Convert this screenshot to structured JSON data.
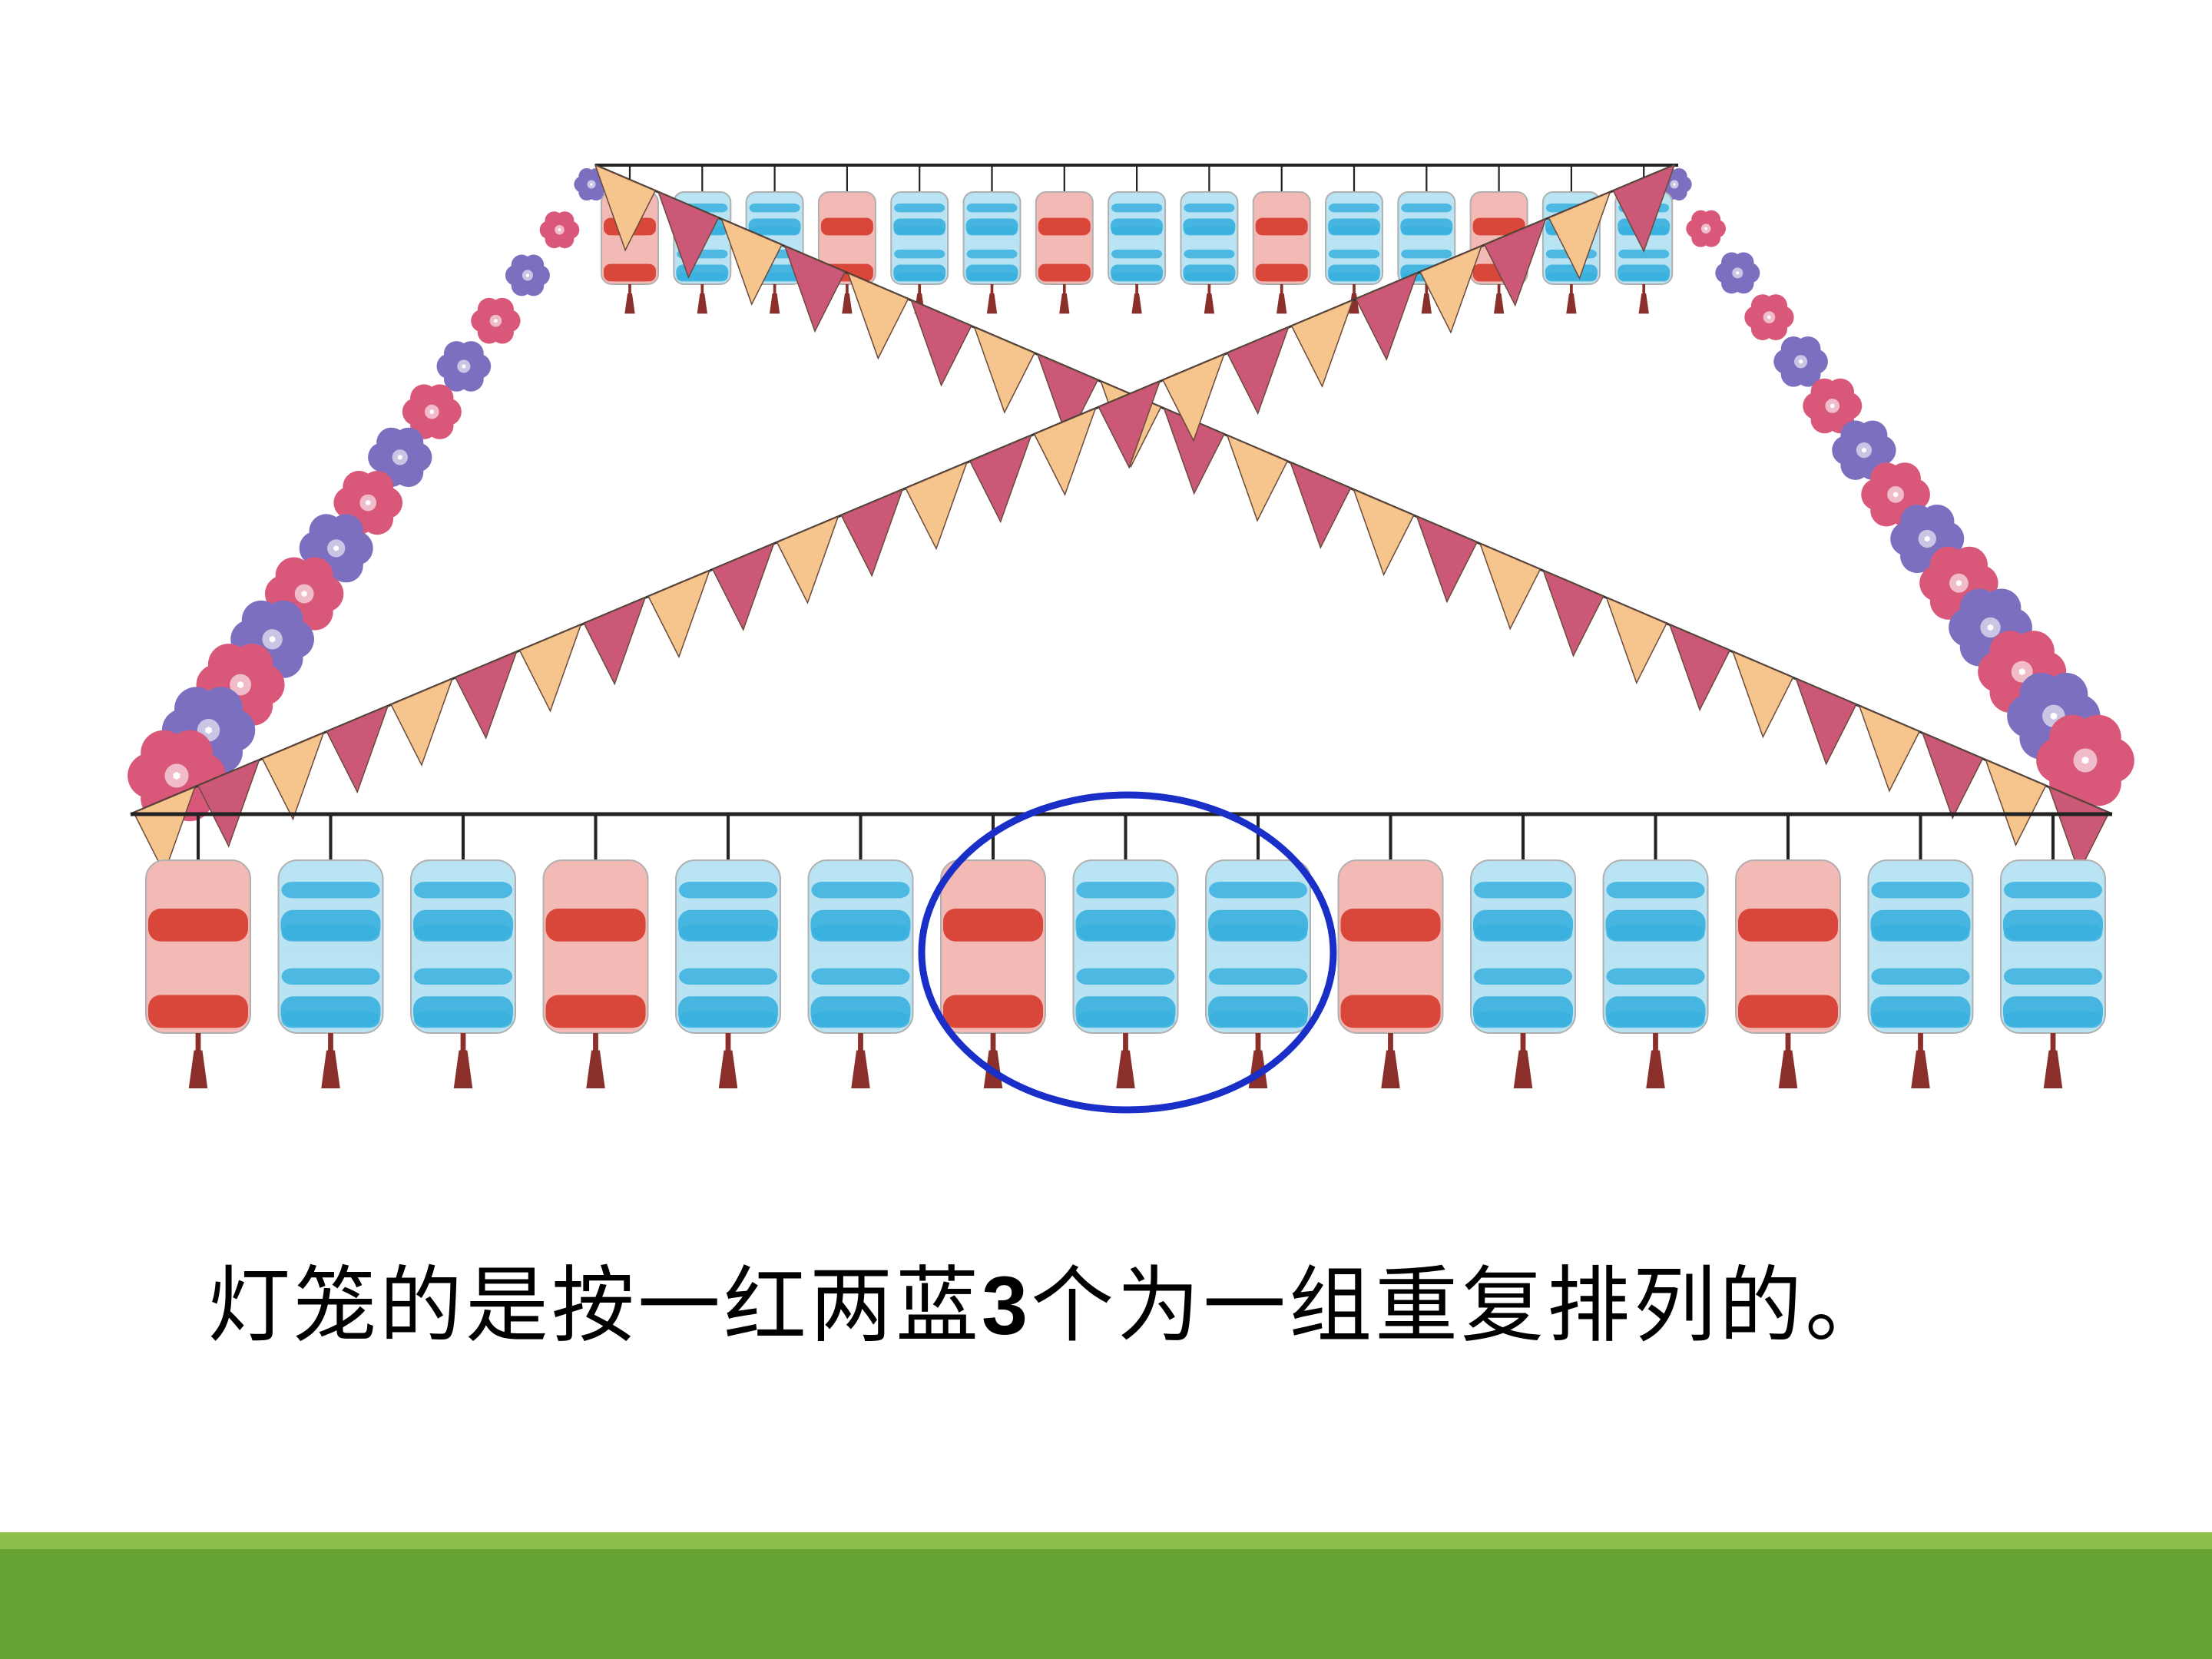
{
  "caption": {
    "part1": "灯笼的是按一红两蓝",
    "number": "3",
    "part2": "个为一组重复排列的。"
  },
  "lanterns": {
    "pattern": [
      "red",
      "blue",
      "blue"
    ],
    "top_row_count": 15,
    "bottom_row_count": 15,
    "highlighted_group_index": 2
  },
  "colors": {
    "red_lantern": "#d9463a",
    "red_lantern_light": "#f3b9b4",
    "blue_lantern": "#3ab0de",
    "blue_lantern_light": "#b9e3f3",
    "tassel": "#8a2f2a",
    "highlight_circle": "#1a2fc8",
    "flag_pink": "#cc5878",
    "flag_peach": "#f6c48d",
    "flower_purple": "#7d6fbf",
    "flower_pink": "#d9587a",
    "footer_green": "#66a533",
    "footer_line": "#8cc04a"
  }
}
